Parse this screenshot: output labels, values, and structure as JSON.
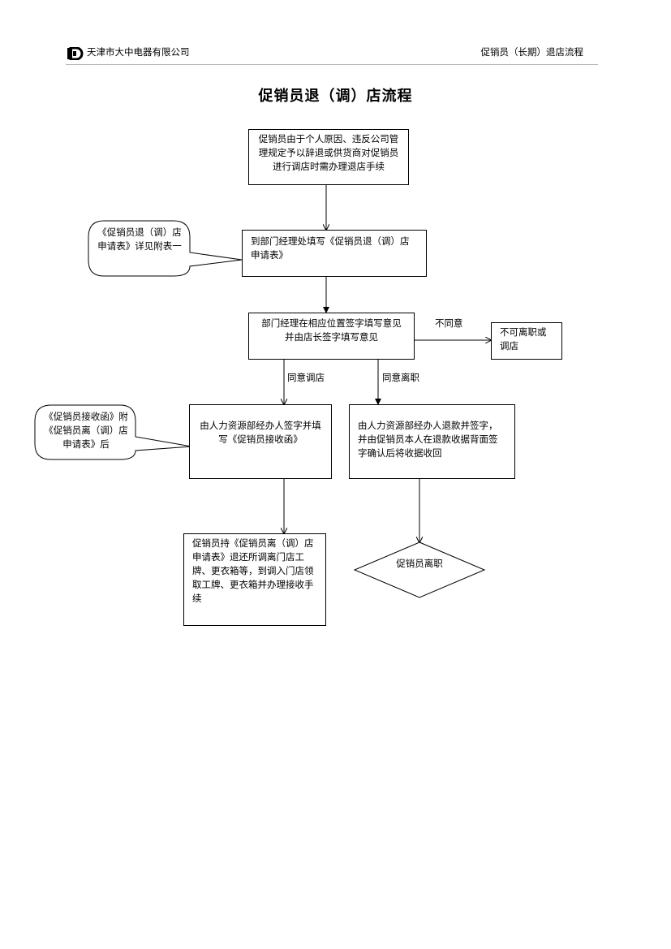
{
  "header": {
    "company": "天津市大中电器有限公司",
    "doc_name": "促销员（长期）退店流程"
  },
  "title": "促销员退（调）店流程",
  "nodes": {
    "start": "促销员由于个人原因、违反公司管理规定予以辞退或供货商对促销员进行调店时需办理退店手续",
    "fill_form": "到部门经理处填写《促销员退（调）店申请表》",
    "manager_sign": "部门经理在相应位置签字填写意见并由店长签字填写意见",
    "cannot_leave": "不可离职或调店",
    "hr_transfer": "由人力资源部经办人签字并填写《促销员接收函》",
    "hr_refund": "由人力资源部经办人退款并签字，并由促销员本人在退款收据背面签字确认后将收据收回",
    "return_items": "促销员持《促销员离（调）店申请表》退还所调离门店工牌、更衣箱等，到调入门店领取工牌、更衣箱并办理接收手续",
    "leave": "促销员离职"
  },
  "callouts": {
    "form_note": "《促销员退（调）店申请表》详见附表一",
    "letter_note": "《促销员接收函》附《促销员离（调）店申请表》后"
  },
  "edge_labels": {
    "disagree": "不同意",
    "agree_transfer": "同意调店",
    "agree_leave": "同意离职"
  }
}
